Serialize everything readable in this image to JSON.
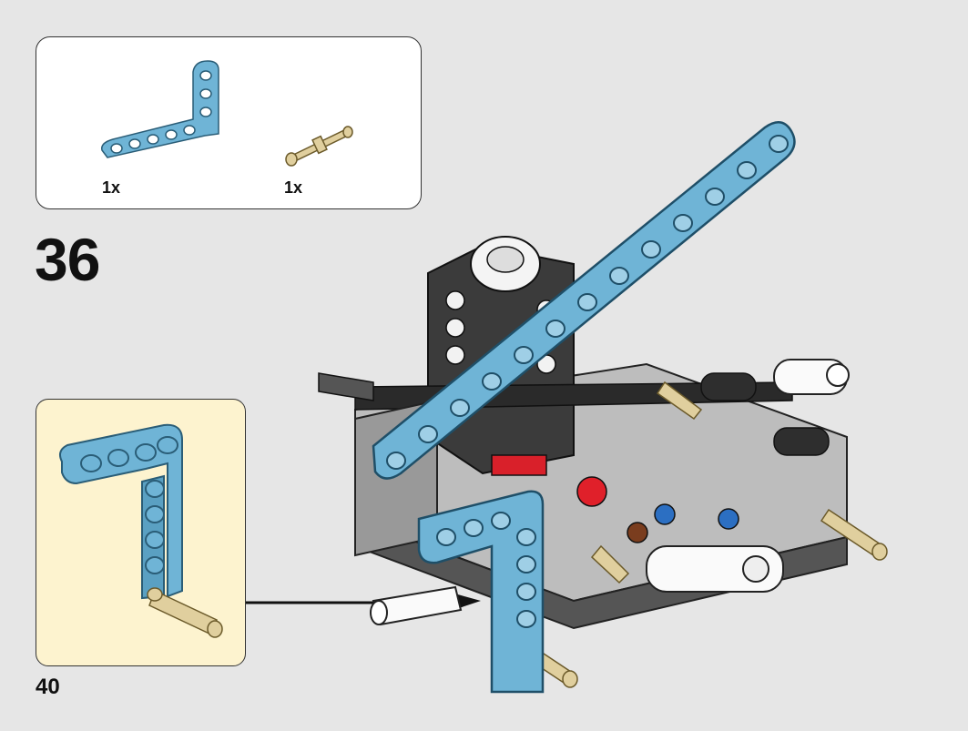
{
  "parts_list": {
    "items": [
      {
        "part": "light-blue-l-beam",
        "quantity": "1x"
      },
      {
        "part": "tan-axle-pin",
        "quantity": "1x"
      }
    ]
  },
  "step_number": "36",
  "page_number": "40",
  "colors": {
    "background": "#e6e6e6",
    "light_blue": "#6fb4d6",
    "tan": "#e0cf9e",
    "dark_gray": "#3b3b3b",
    "callout_bg": "#fdf3cf"
  },
  "icons": [
    "insertion-arrow-icon"
  ]
}
